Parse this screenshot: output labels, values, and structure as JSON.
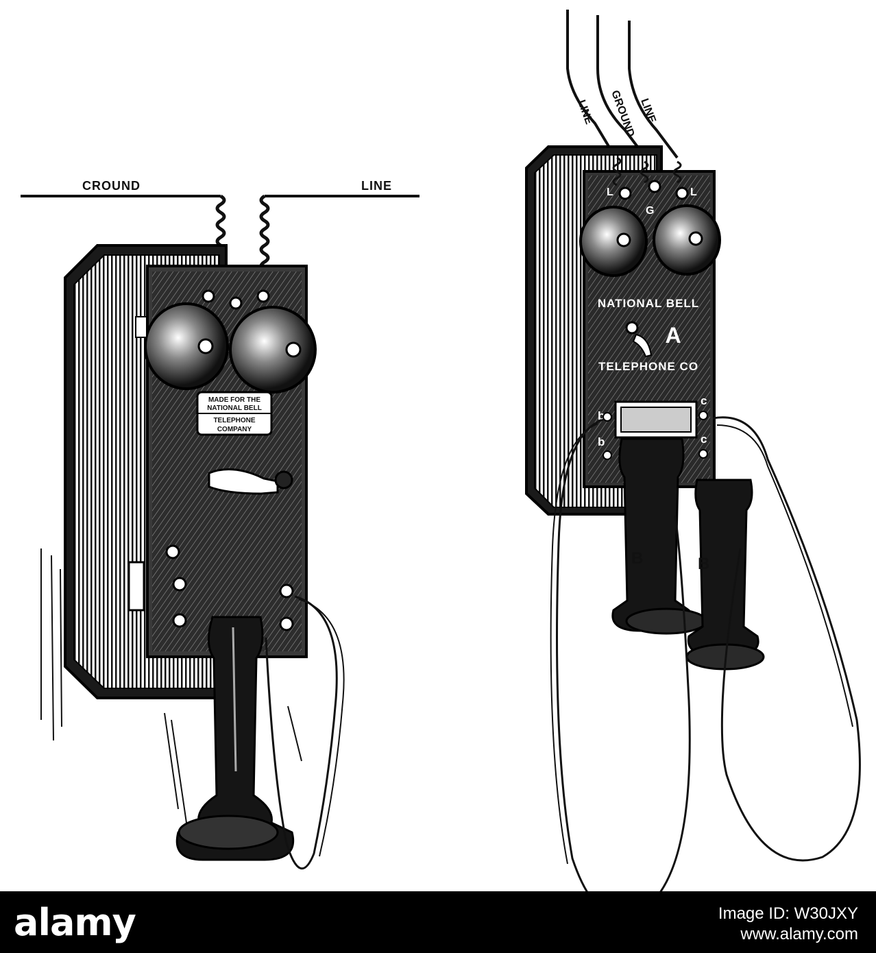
{
  "left_phone": {
    "wire_left_label": "CROUND",
    "wire_right_label": "LINE",
    "plate_line1": "MADE FOR THE",
    "plate_line2": "NATIONAL BELL",
    "plate_line3": "TELEPHONE",
    "plate_line4": "COMPANY"
  },
  "right_phone": {
    "wire_labels": [
      "LINE",
      "GROUND",
      "LINE"
    ],
    "post_labels": [
      "L",
      "G",
      "L"
    ],
    "brand_top": "NATIONAL BELL",
    "brand_letter": "A",
    "brand_bottom": "TELEPHONE CO",
    "terminal_left": "b",
    "terminal_right": "c",
    "receiver_label_1": "B",
    "receiver_label_2": "B"
  },
  "footer": {
    "logo": "alamy",
    "image_id": "Image ID: W30JXY",
    "site": "www.alamy.com"
  },
  "colors": {
    "ink": "#111111",
    "paper": "#ffffff",
    "footer_bg": "#000000"
  }
}
